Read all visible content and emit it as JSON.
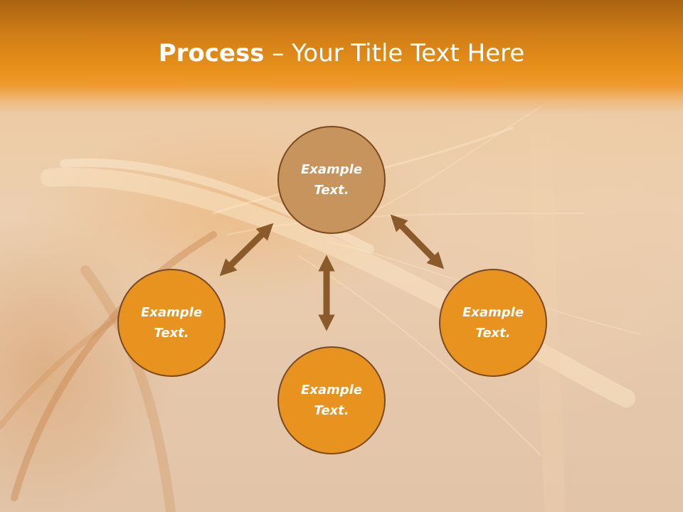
{
  "title": {
    "bold": "Process",
    "rest": " – Your Title Text Here"
  },
  "colors": {
    "top_circle": "#c8945e",
    "side_circle": "#e8921f",
    "arrow": "#8b5a2b",
    "header": "#e8901a"
  },
  "nodes": [
    {
      "id": "top",
      "label": "Example\nText."
    },
    {
      "id": "left",
      "label": "Example\nText."
    },
    {
      "id": "bottom",
      "label": "Example\nText."
    },
    {
      "id": "right",
      "label": "Example\nText."
    }
  ],
  "arrows": [
    {
      "from": "left",
      "to": "top",
      "type": "double"
    },
    {
      "from": "bottom",
      "to": "top",
      "type": "double"
    },
    {
      "from": "right",
      "to": "top",
      "type": "double"
    }
  ]
}
